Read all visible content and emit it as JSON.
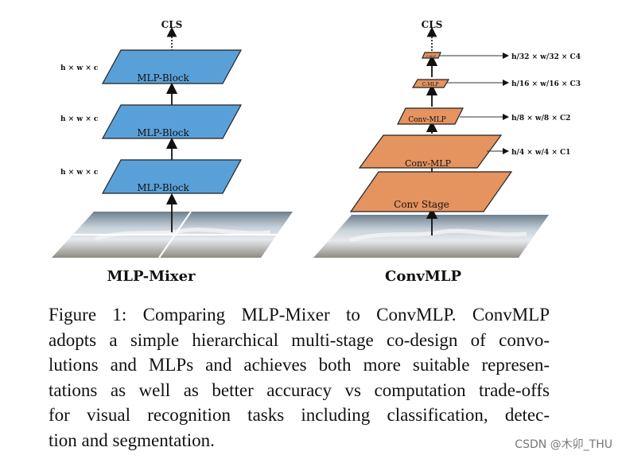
{
  "figure": {
    "left": {
      "title": "MLP-Mixer",
      "cls_label": "CLS",
      "blocks": [
        "MLP-Block",
        "MLP-Block",
        "MLP-Block"
      ],
      "dim_labels": [
        "h × w × c",
        "h × w × c",
        "h × w × c"
      ],
      "block_color": "#5aa0d8"
    },
    "right": {
      "title": "ConvMLP",
      "cls_label": "CLS",
      "stages": [
        "Conv Stage",
        "Conv-MLP",
        "Conv-MLP",
        "C-MLP",
        "C-MLP"
      ],
      "dim_labels": [
        "h/4 × w/4 × C1",
        "h/8 × w/8 × C2",
        "h/16 × w/16 × C3",
        "h/32 × w/32 × C4"
      ],
      "stage_color": "#e5935f"
    }
  },
  "caption": {
    "lines": [
      "Figure 1: Comparing MLP-Mixer to ConvMLP. ConvMLP",
      "adopts a simple hierarchical multi-stage co-design of convo-",
      "lutions and MLPs and achieves both more suitable represen-",
      "tations as well as better accuracy vs computation trade-offs",
      "for visual recognition tasks including classification, detec-",
      "tion and segmentation."
    ]
  },
  "watermark": "CSDN @木卯_THU"
}
